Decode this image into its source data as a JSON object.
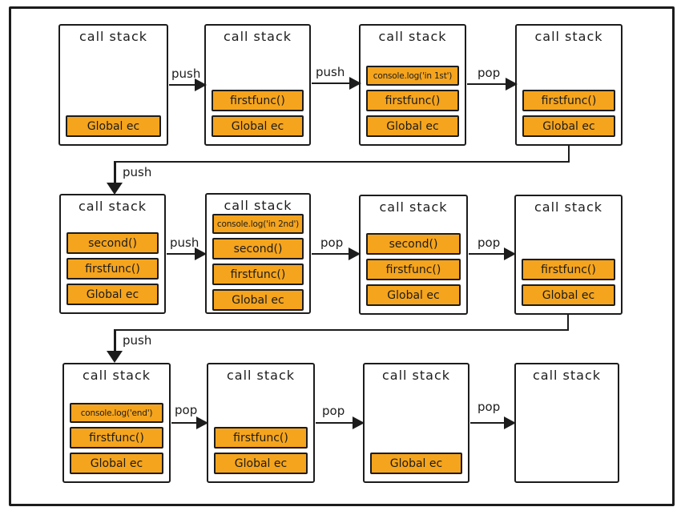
{
  "colors": {
    "fill": "#f5a41d",
    "stroke": "#1c1c1c"
  },
  "boxes": [
    {
      "title": "call stack",
      "items": [
        "Global ec"
      ]
    },
    {
      "title": "call stack",
      "items": [
        "firstfunc()",
        "Global ec"
      ]
    },
    {
      "title": "call stack",
      "items": [
        "console.log('in 1st')",
        "firstfunc()",
        "Global ec"
      ]
    },
    {
      "title": "call stack",
      "items": [
        "firstfunc()",
        "Global ec"
      ]
    },
    {
      "title": "call stack",
      "items": [
        "second()",
        "firstfunc()",
        "Global ec"
      ]
    },
    {
      "title": "call stack",
      "items": [
        "console.log('in 2nd')",
        "second()",
        "firstfunc()",
        "Global ec"
      ]
    },
    {
      "title": "call stack",
      "items": [
        "second()",
        "firstfunc()",
        "Global ec"
      ]
    },
    {
      "title": "call stack",
      "items": [
        "firstfunc()",
        "Global ec"
      ]
    },
    {
      "title": "call stack",
      "items": [
        "console.log('end')",
        "firstfunc()",
        "Global ec"
      ]
    },
    {
      "title": "call stack",
      "items": [
        "firstfunc()",
        "Global ec"
      ]
    },
    {
      "title": "call stack",
      "items": [
        "Global ec"
      ]
    },
    {
      "title": "call stack",
      "items": []
    }
  ],
  "arrows": [
    {
      "label": "push"
    },
    {
      "label": "push"
    },
    {
      "label": "pop"
    },
    {
      "label": "push"
    },
    {
      "label": "push"
    },
    {
      "label": "pop"
    },
    {
      "label": "pop"
    },
    {
      "label": "push"
    },
    {
      "label": "pop"
    },
    {
      "label": "pop"
    },
    {
      "label": "pop"
    }
  ]
}
